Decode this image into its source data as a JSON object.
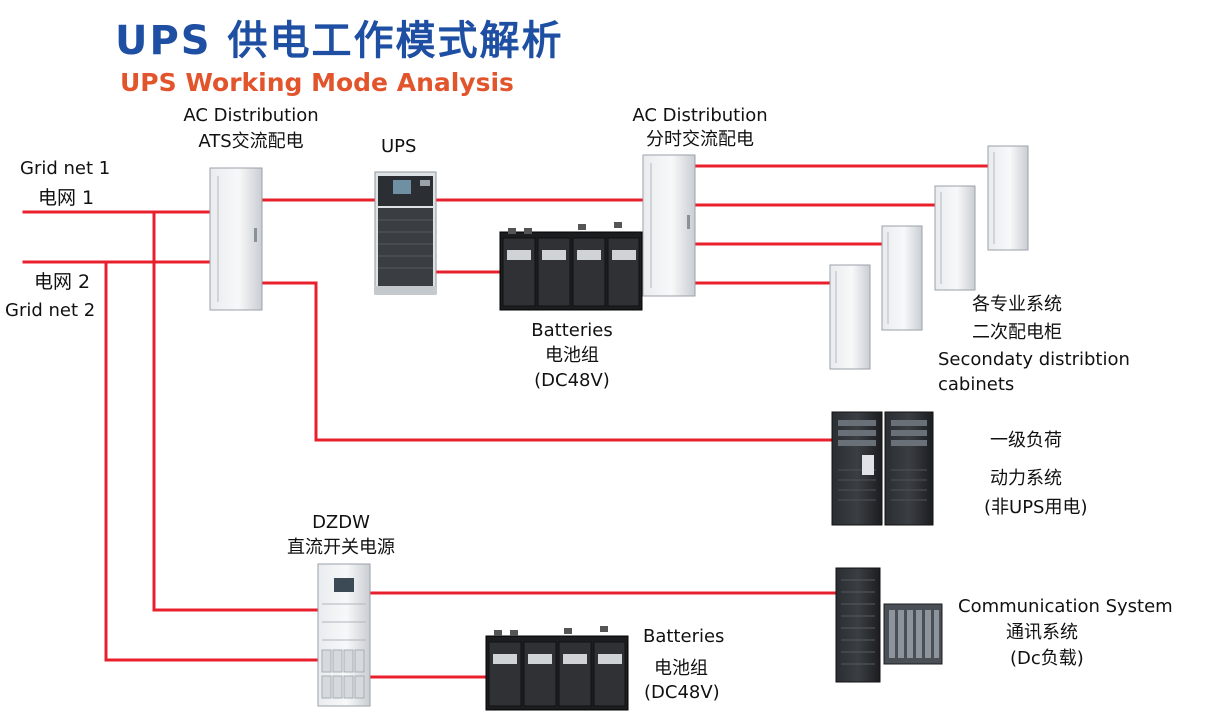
{
  "header": {
    "title": "UPS 供电工作模式解析",
    "subtitle": "UPS Working Mode Analysis"
  },
  "colors": {
    "title": "#1e4fa3",
    "subtitle": "#e2542b",
    "wire": "#e8202e"
  },
  "labels": {
    "grid1_en": "Grid net 1",
    "grid1_cn": "电网 1",
    "grid2_cn": "电网 2",
    "grid2_en": "Grid net 2",
    "ats_en": "AC Distribution",
    "ats_cn": "ATS交流配电",
    "ups": "UPS",
    "acdist2_en": "AC Distribution",
    "acdist2_cn": "分时交流配电",
    "batt1_en": "Batteries",
    "batt1_cn": "电池组",
    "batt1_v": "(DC48V)",
    "sec_cn1": "各专业系统",
    "sec_cn2": "二次配电柜",
    "sec_en1": "Secondaty distribtion",
    "sec_en2": "cabinets",
    "load1_l1": "一级负荷",
    "load1_l2": "动力系统",
    "load1_l3": "(非UPS用电)",
    "dzdw_en": "DZDW",
    "dzdw_cn": "直流开关电源",
    "batt2_en": "Batteries",
    "batt2_cn": "电池组",
    "batt2_v": "(DC48V)",
    "comm_en": "Communication System",
    "comm_cn": "通讯系统",
    "comm_load": "(Dc负载)"
  },
  "icons": {
    "cabinet": "cabinet-icon",
    "ups": "ups-unit-icon",
    "battery": "battery-bank-icon",
    "server": "server-rack-icon",
    "rectifier": "dc-power-supply-icon"
  }
}
